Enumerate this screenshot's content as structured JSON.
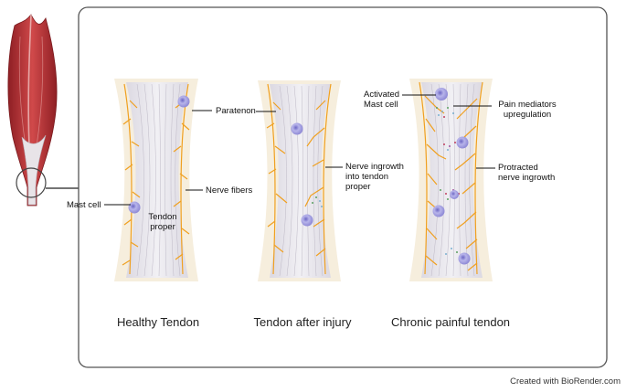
{
  "labels": {
    "paratenon": "Paratenon",
    "nerve_fibers": "Nerve fibers",
    "mast_cell": "Mast cell",
    "tendon_proper": "Tendon proper",
    "nerve_ingrowth": "Nerve ingrowth into tendon proper",
    "activated_mast_cell": "Activated Mast cell",
    "pain_mediators": "Pain mediators upregulation",
    "protracted_ingrowth": "Protracted nerve ingrowth"
  },
  "captions": {
    "healthy": "Healthy Tendon",
    "injury": "Tendon after injury",
    "chronic": "Chronic painful tendon"
  },
  "credit": "Created with BioRender.com",
  "colors": {
    "nerve": "#f0a020",
    "tendon_fill": "#eceaf0",
    "paratenon_fill": "#f6eedd",
    "mast_cell": "#a9a6e0",
    "muscle": "#c0393b",
    "frame": "#555555"
  }
}
